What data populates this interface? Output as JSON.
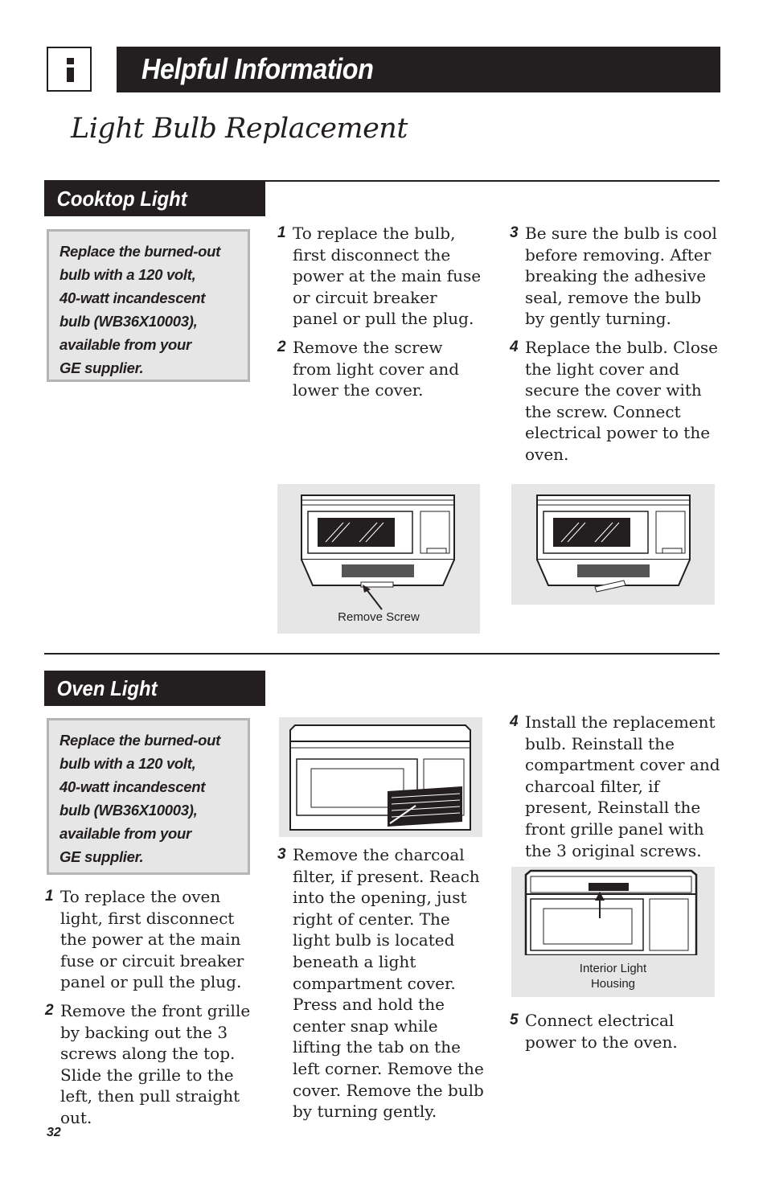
{
  "header": {
    "icon": "info-icon",
    "title": "Helpful Information"
  },
  "page_title": "Light Bulb Replacement",
  "cooktop": {
    "heading": "Cooktop Light",
    "note": "Replace the burned-out\nbulb with a 120 volt,\n40-watt incandescent\nbulb (WB36X10003),\navailable from your\nGE supplier.",
    "steps": [
      {
        "num": "1",
        "text": "To replace the bulb, first disconnect the power at the main fuse or circuit breaker panel or pull the plug."
      },
      {
        "num": "2",
        "text": "Remove the screw from light cover and lower the cover."
      },
      {
        "num": "3",
        "text": "Be sure the bulb is cool before removing. After breaking the adhesive seal, remove the bulb by gently turning."
      },
      {
        "num": "4",
        "text": "Replace the bulb. Close the light cover and secure the cover with the screw. Connect electrical power to the oven."
      }
    ],
    "figure_caption": "Remove Screw"
  },
  "oven": {
    "heading": "Oven Light",
    "note": "Replace the burned-out\nbulb with a 120 volt,\n40-watt incandescent\nbulb (WB36X10003),\navailable from your\nGE supplier.",
    "steps": [
      {
        "num": "1",
        "text": "To replace the oven light, first disconnect the power at the main fuse or circuit breaker panel or pull the plug."
      },
      {
        "num": "2",
        "text": "Remove the front grille by backing out the 3 screws along the top. Slide the grille to the left, then pull straight out."
      },
      {
        "num": "3",
        "text": "Remove the charcoal filter, if present. Reach into the opening, just right of center. The light bulb is located beneath a light compartment cover. Press and hold the center snap while lifting the tab on the left corner. Remove the cover. Remove the bulb by turning gently."
      },
      {
        "num": "4",
        "text": "Install the replacement bulb. Reinstall the compartment cover and charcoal filter, if present, Reinstall the front grille panel with the 3 original screws."
      },
      {
        "num": "5",
        "text": "Connect electrical power to the oven."
      }
    ],
    "figure_caption": "Interior Light\nHousing"
  },
  "page_number": "32"
}
